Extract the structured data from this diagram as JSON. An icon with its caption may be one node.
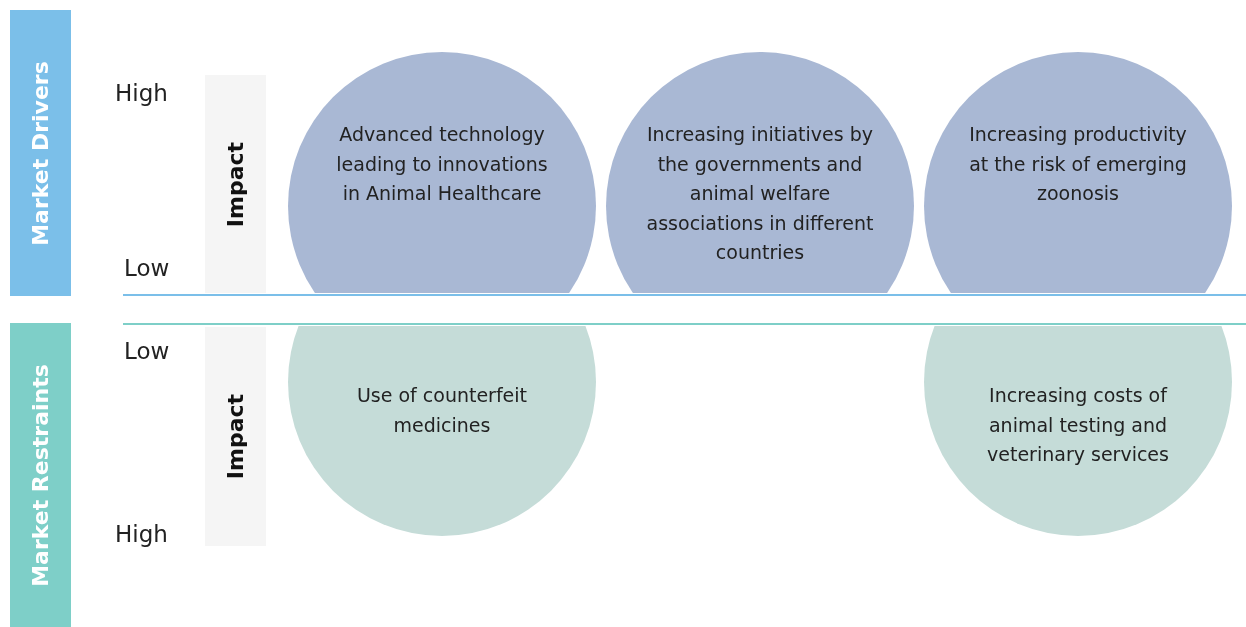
{
  "diagram": {
    "nodes": [
      {
        "text": [
          "Market Drivers"
        ]
      },
      {
        "text": [
          "Impact"
        ]
      },
      {
        "text": [
          "Advanced technology leading to innovations in Animal Healthcare"
        ]
      },
      {
        "text": [
          "Increasing initiatives by the governments and animal welfare associations in different countries"
        ]
      },
      {
        "text": [
          "Increasing productivity at the risk of emerging zoonosis"
        ]
      },
      {
        "text": [
          "Market Restraints"
        ]
      },
      {
        "text": [
          "Impact"
        ]
      },
      {
        "text": [
          "Use of counterfeit medicines"
        ]
      },
      {
        "text": [
          "Increasing costs of animal testing and veterinary services"
        ]
      }
    ],
    "edges": [],
    "labels": [
      "High",
      "Low",
      "Low",
      "High"
    ]
  }
}
